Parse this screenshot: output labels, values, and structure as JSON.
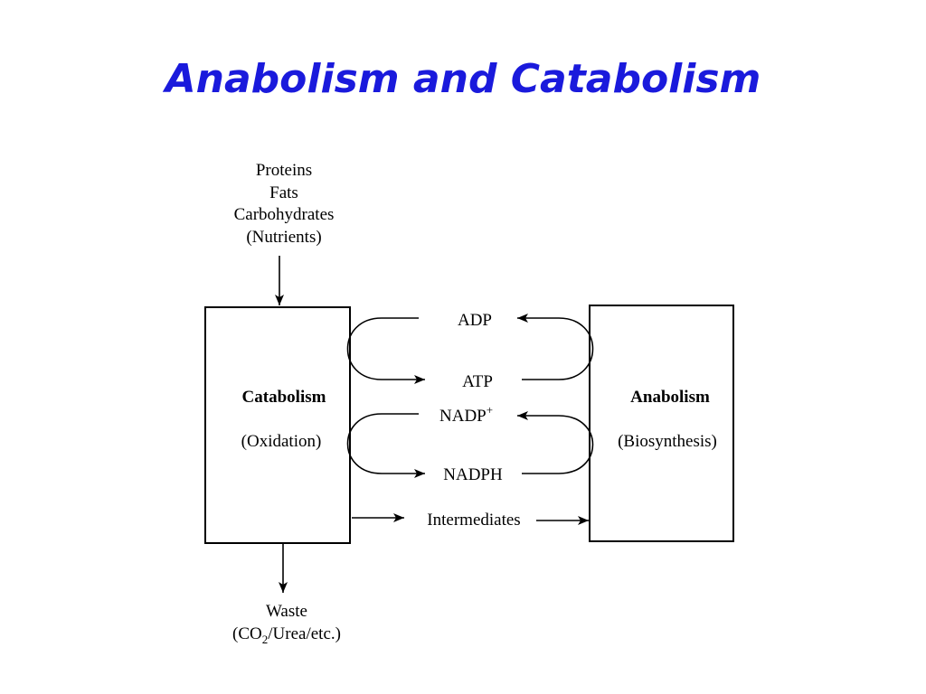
{
  "title": "Anabolism and Catabolism",
  "colors": {
    "title": "#1a1adc",
    "stroke": "#000000",
    "background": "#ffffff"
  },
  "nutrients": [
    "Proteins",
    "Fats",
    "Carbohydrates",
    "(Nutrients)"
  ],
  "catabolism": {
    "name": "Catabolism",
    "process": "(Oxidation)"
  },
  "anabolism": {
    "name": "Anabolism",
    "process": "(Biosynthesis)"
  },
  "exchange": {
    "adp": "ADP",
    "atp": "ATP",
    "nadp": "NADP",
    "nadp_charge": "+",
    "nadph": "NADPH",
    "intermediates": "Intermediates"
  },
  "waste": {
    "label": "Waste",
    "detail_prefix": "(CO",
    "detail_sub": "2",
    "detail_suffix": "/Urea/etc.)"
  }
}
